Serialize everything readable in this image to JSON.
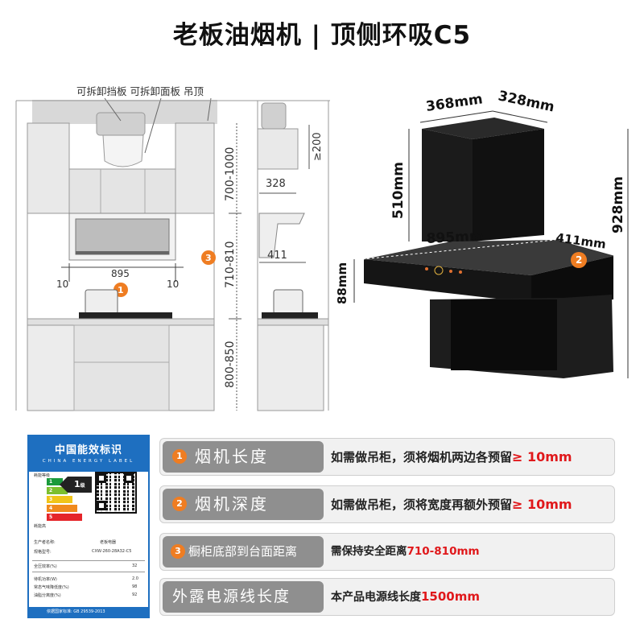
{
  "title": "老板油烟机 | 顶侧环吸C5",
  "left_diagram": {
    "panel_labels": "可拆卸挡板 可拆卸面板 吊顶",
    "cabinet_height": "700-1000",
    "install_height": "710-810",
    "counter_height": "800-850",
    "hood_width": "895",
    "gap_left": "10",
    "gap_right": "10",
    "side_width": "328",
    "side_depth": "411",
    "duct_gap": "≥200",
    "marker_1": "1",
    "marker_3": "3"
  },
  "product_dims": {
    "top_width": "368mm",
    "top_depth": "328mm",
    "chimney_height": "510mm",
    "total_height": "928mm",
    "panel_width": "895mm",
    "panel_depth": "411mm",
    "panel_thickness": "88mm",
    "marker_2": "2"
  },
  "energy_label": {
    "header_cn": "中国能效标识",
    "header_en": "CHINA ENERGY LABEL",
    "grade_title": "耗能等级",
    "grade": "1",
    "grade_suffix": "级",
    "levels": [
      "1",
      "2",
      "3",
      "4",
      "5"
    ],
    "efficiency_caption": "耗能高",
    "producer_label": "生产者名称:",
    "producer_value": "老板电器",
    "model_label": "规格型号:",
    "model_value": "CXW-260-28A32-C5",
    "metric_1_label": "全压效率(%)",
    "metric_1_value": "32",
    "metric_2_label": "待机功率(W)",
    "metric_2_value": "2.0",
    "metric_3_label": "常态气味降低度(%)",
    "metric_3_value": "98",
    "metric_4_label": "油脂分离度(%)",
    "metric_4_value": "92",
    "footer": "依据国家标准: GB 29539-2013"
  },
  "rows": [
    {
      "num": "1",
      "label": "烟机长度",
      "desc_prefix": "如需做吊柜，须将烟机两边各预留",
      "desc_highlight": "≥ 10mm"
    },
    {
      "num": "2",
      "label": "烟机深度",
      "desc_prefix": "如需做吊柜，须将宽度再额外预留",
      "desc_highlight": "≥ 10mm"
    },
    {
      "num": "3",
      "label": "橱柜底部到台面距离",
      "desc_prefix": "需保持安全距离",
      "desc_highlight": "710-810mm"
    },
    {
      "num": "",
      "label": "外露电源线长度",
      "desc_prefix": "本产品电源线长度",
      "desc_highlight": "1500mm"
    }
  ],
  "colors": {
    "accent_orange": "#ef7d22",
    "highlight_red": "#e0181b",
    "label_blue": "#1e6fc0",
    "tag_gray": "#8f8f8f"
  }
}
